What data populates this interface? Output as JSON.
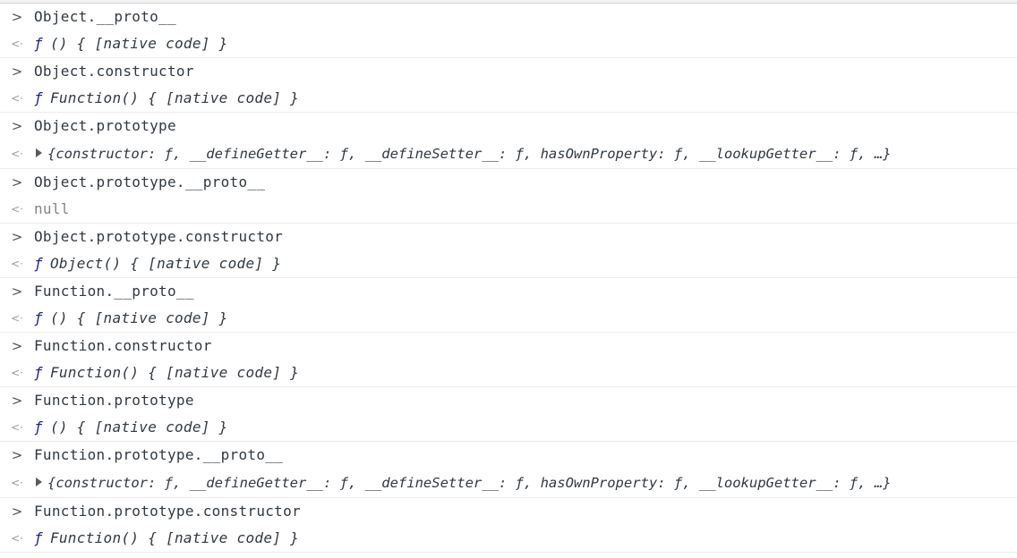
{
  "icons": {
    "prompt": ">",
    "result": "<·"
  },
  "func_glyph": "ƒ",
  "entries": [
    {
      "input": "Object.__proto__",
      "result": "() { [native code] }"
    },
    {
      "input": "Object.constructor",
      "result": "Function() { [native code] }"
    },
    {
      "input": "Object.prototype",
      "result": "{constructor: ƒ, __defineGetter__: ƒ, __defineSetter__: ƒ, hasOwnProperty: ƒ, __lookupGetter__: ƒ, …}"
    },
    {
      "input": "Object.prototype.__proto__",
      "result": "null"
    },
    {
      "input": "Object.prototype.constructor",
      "result": "Object() { [native code] }"
    },
    {
      "input": "Function.__proto__",
      "result": "() { [native code] }"
    },
    {
      "input": "Function.constructor",
      "result": "Function() { [native code] }"
    },
    {
      "input": "Function.prototype",
      "result": "() { [native code] }"
    },
    {
      "input": "Function.prototype.__proto__",
      "result": "{constructor: ƒ, __defineGetter__: ƒ, __defineSetter__: ƒ, hasOwnProperty: ƒ, __lookupGetter__: ƒ, …}"
    },
    {
      "input": "Function.prototype.constructor",
      "result": "Function() { [native code] }"
    }
  ]
}
